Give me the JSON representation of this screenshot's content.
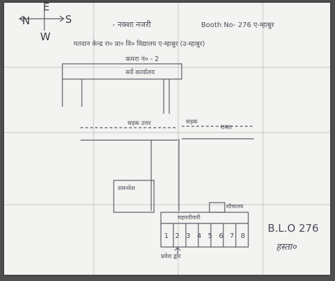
{
  "compass": {
    "n": "N",
    "s": "S",
    "e": "E",
    "w": "W"
  },
  "header": {
    "title": "- नक्शा नजरी",
    "booth": "Booth No- 276 ए-म्हाबुर",
    "line2": "मतदान केन्द्र रा० प्रा० वि० विद्यालय ए-म्हाबुर (उ-म्हाबुर)",
    "line3": "कमरा नं० - 2"
  },
  "map_labels": {
    "top_building": "सर्वे कार्यालय",
    "road_top_left": "सड़क उत्तर",
    "road_top_right": "सड़क",
    "road_top_right_2": "रास्ता",
    "left_house": "रामनरेश",
    "boundary": "चहारदीवारी",
    "small_box": "शौचालय",
    "rooms": [
      "1",
      "2",
      "3",
      "4",
      "5",
      "6",
      "7",
      "8"
    ],
    "entrance": "प्रवेश द्वार"
  },
  "signature": {
    "code": "B.L.O 276",
    "sign": "हस्ता०"
  }
}
